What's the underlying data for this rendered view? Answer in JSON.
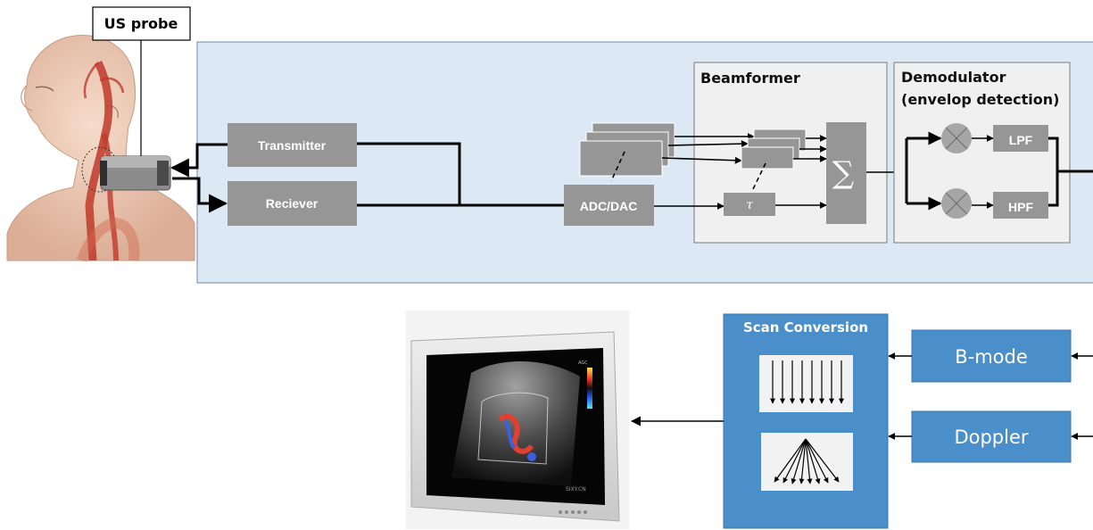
{
  "probe_label": "US probe",
  "blocks": {
    "transmitter": "Transmitter",
    "receiver": "Reciever",
    "adc_dac": "ADC/DAC",
    "tau": "τ",
    "sum": "∑",
    "lpf": "LPF",
    "hpf": "HPF",
    "bmode": "B-mode",
    "doppler": "Doppler"
  },
  "sections": {
    "beamformer": "Beamformer",
    "demodulator_line1": "Demodulator",
    "demodulator_line2": "(envelop detection)",
    "scan_conversion": "Scan Conversion"
  },
  "monitor_text": {
    "brand": "SIXY.CN",
    "agc": "AGC"
  },
  "colors": {
    "panel_bg": "#dce9f5",
    "gray_block": "#969696",
    "blue_block": "#4a8fc9"
  }
}
